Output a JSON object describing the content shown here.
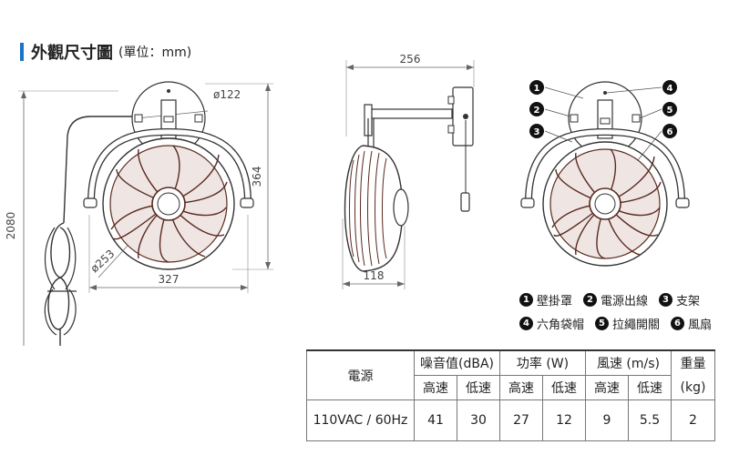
{
  "heading": {
    "title": "外觀尺寸圖",
    "unit": "(單位：mm)"
  },
  "dimensions": {
    "cord_length": "2080",
    "mount_diameter": "ø122",
    "guard_diameter": "ø253",
    "front_width": "327",
    "front_height": "364",
    "side_depth": "256",
    "side_width": "118"
  },
  "parts": [
    {
      "num": "1",
      "name": "壁掛罩"
    },
    {
      "num": "2",
      "name": "電源出線"
    },
    {
      "num": "3",
      "name": "支架"
    },
    {
      "num": "4",
      "name": "六角袋帽"
    },
    {
      "num": "5",
      "name": "拉繩開關"
    },
    {
      "num": "6",
      "name": "風扇"
    }
  ],
  "spec_table": {
    "power_header": "電源",
    "groups": [
      "噪音值(dBA)",
      "功率 (W)",
      "風速 (m/s)"
    ],
    "weight_header": "重量",
    "weight_unit": "(kg)",
    "sub_headers": [
      "高速",
      "低速",
      "高速",
      "低速",
      "高速",
      "低速"
    ],
    "row": {
      "power": "110VAC / 60Hz",
      "values": [
        "41",
        "30",
        "27",
        "12",
        "9",
        "5.5"
      ],
      "weight": "2"
    }
  },
  "colors": {
    "accent": "#1a73c9",
    "line": "#333333",
    "fan": "#5a2a20"
  }
}
